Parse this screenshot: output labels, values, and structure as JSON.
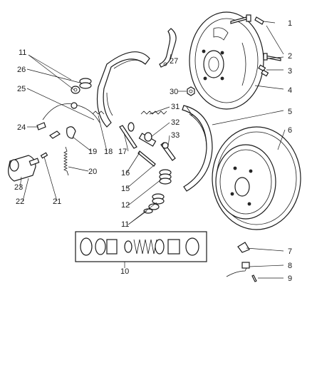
{
  "callouts": {
    "c1": "1",
    "c2": "2",
    "c3": "3",
    "c4": "4",
    "c5": "5",
    "c6": "6",
    "c7": "7",
    "c8": "8",
    "c9": "9",
    "c10": "10",
    "c11a": "11",
    "c11b": "11",
    "c12": "12",
    "c15": "15",
    "c16": "16",
    "c17": "17",
    "c18": "18",
    "c19": "19",
    "c20": "20",
    "c21": "21",
    "c22": "22",
    "c23": "23",
    "c24": "24",
    "c25": "25",
    "c26": "26",
    "c27": "27",
    "c30": "30",
    "c31": "31",
    "c32": "32",
    "c33": "33"
  }
}
